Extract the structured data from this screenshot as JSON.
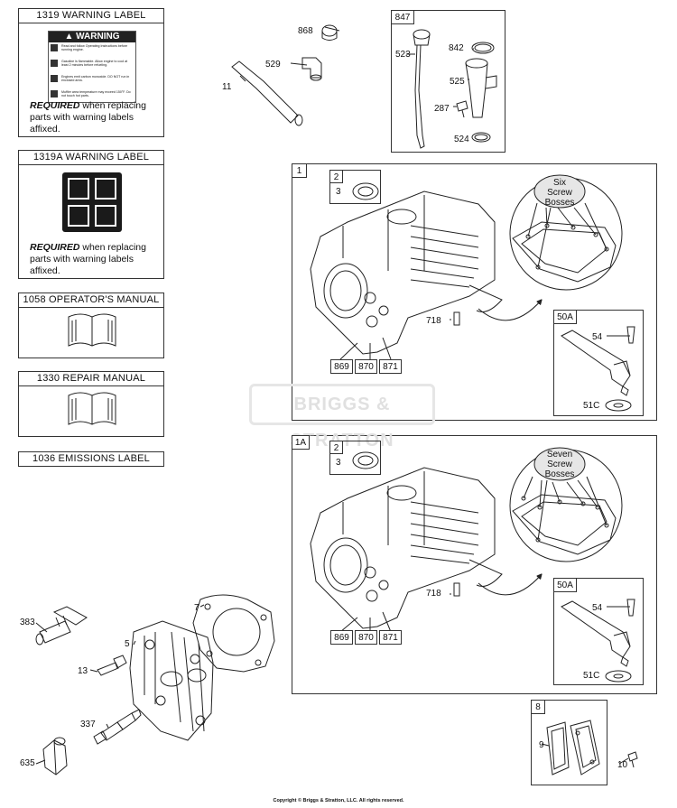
{
  "labels": {
    "warning_1319": {
      "title": "1319 WARNING LABEL",
      "heading": "WARNING",
      "lines": [
        "Read and follow Operating Instructions before running engine.",
        "Gasoline is flammable. Allow engine to cool at least 2 minutes before refueling.",
        "Engines emit carbon monoxide. DO NOT run in enclosed area.",
        "Muffler area temperature may exceed 150°F. Do not touch hot parts."
      ],
      "required": "REQUIRED",
      "required_rest_1": " when replacing",
      "required_rest_2": "parts with warning labels",
      "required_rest_3": "affixed."
    },
    "warning_1319a": {
      "title": "1319A WARNING LABEL",
      "required": "REQUIRED",
      "required_rest_1": " when replacing",
      "required_rest_2": "parts with warning labels",
      "required_rest_3": "affixed."
    },
    "manual_1058": {
      "title": "1058 OPERATOR'S MANUAL"
    },
    "manual_1330": {
      "title": "1330 REPAIR MANUAL"
    },
    "emissions_1036": {
      "title": "1036 EMISSIONS LABEL"
    }
  },
  "parts": {
    "p868": "868",
    "p529": "529",
    "p11": "11",
    "p847": "847",
    "p523": "523",
    "p842": "842",
    "p525": "525",
    "p287": "287",
    "p524": "524",
    "g1": "1",
    "g1_2": "2",
    "g1_3": "3",
    "g1_718": "718",
    "g1_869": "869",
    "g1_870": "870",
    "g1_871": "871",
    "g1_50a": "50A",
    "g1_54": "54",
    "g1_51c": "51C",
    "g1a": "1A",
    "g1a_2": "2",
    "g1a_3": "3",
    "g1a_718": "718",
    "g1a_869": "869",
    "g1a_870": "870",
    "g1a_871": "871",
    "g1a_50a": "50A",
    "g1a_54": "54",
    "g1a_51c": "51C",
    "p383": "383",
    "p7": "7",
    "p5": "5",
    "p13": "13",
    "p337": "337",
    "p635": "635",
    "g8": "8",
    "p9": "9",
    "p10": "10"
  },
  "callouts": {
    "six_1": "Six",
    "six_2": "Screw",
    "six_3": "Bosses",
    "seven_1": "Seven",
    "seven_2": "Screw",
    "seven_3": "Bosses"
  },
  "watermark": "BRIGGS & STRATTON",
  "copyright": "Copyright © Briggs & Stratton, LLC. All rights reserved."
}
